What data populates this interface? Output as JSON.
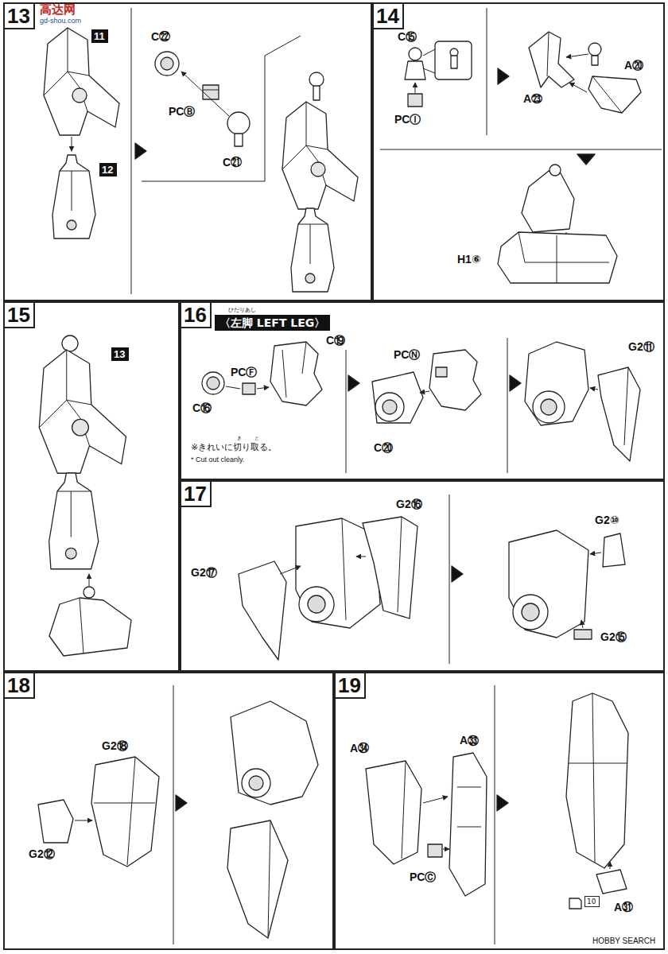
{
  "diagram": {
    "nodes": [
      {
        "text": [
          "13"
        ]
      },
      {
        "text": [
          "11"
        ],
        "in": 0
      },
      {
        "text": [
          "12"
        ],
        "in": 0
      },
      {
        "text": [
          "14"
        ]
      },
      {
        "text": [
          "15"
        ]
      },
      {
        "text": [
          "13"
        ],
        "in": 4
      },
      {
        "text": [
          "16",
          "〈左脚 LEFT LEG〉"
        ]
      },
      {
        "text": [
          "17"
        ]
      },
      {
        "text": [
          "18"
        ]
      },
      {
        "text": [
          "19"
        ]
      },
      {
        "text": [
          "10"
        ],
        "in": 9
      }
    ],
    "labels": [
      "高达网",
      "gd-shou.com",
      "C㉒",
      "PCⒷ",
      "C㉑",
      "C⑮",
      "PCⒾ",
      "A⑳",
      "A㉓",
      "H1⑥",
      "ひだりあし",
      "C⑲",
      "PCⒻ",
      "C⑯",
      "※きれいに切り取る。",
      "き",
      "と",
      "* Cut out cleanly.",
      "PCⓃ",
      "C⑳",
      "G2⑪",
      "G2⑯",
      "G2⑰",
      "G2⑩",
      "G2⑮",
      "G2⑱",
      "G2⑫",
      "A㉞",
      "A㉝",
      "PCⒸ",
      "A㉛",
      "HOBBY SEARCH"
    ]
  }
}
